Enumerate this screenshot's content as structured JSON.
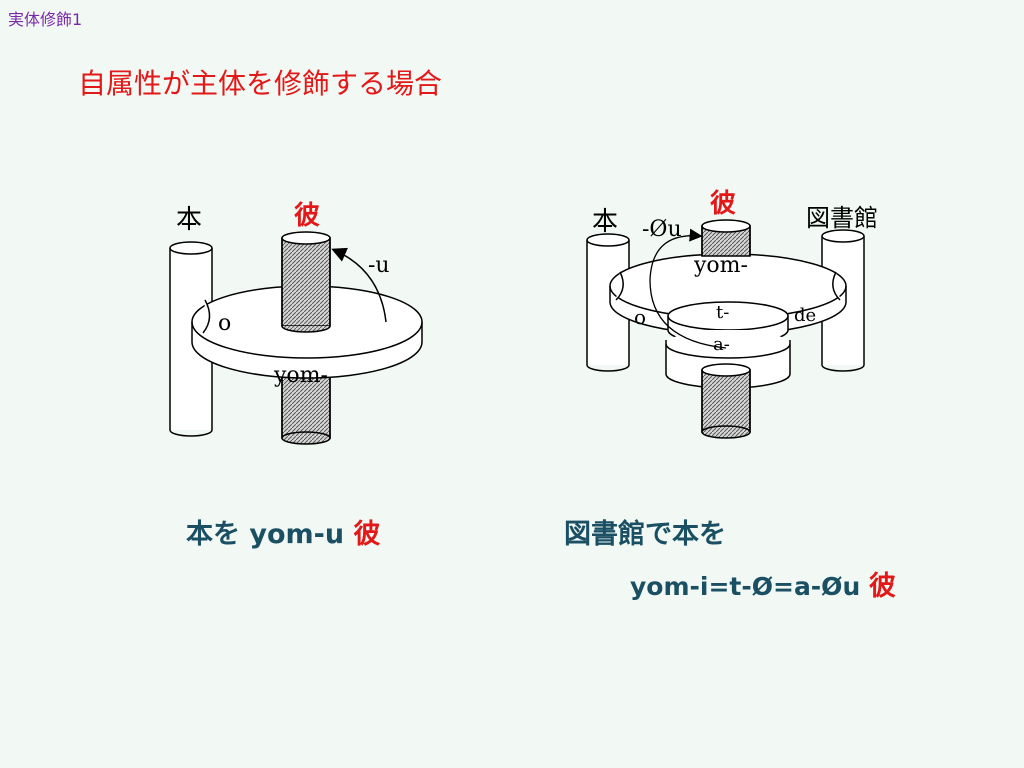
{
  "slide": {
    "corner_label": "実体修飾1",
    "title": "自属性が主体を修飾する場合"
  },
  "diagram_left": {
    "book_label": "本",
    "kare_label": "彼",
    "o_label": "o",
    "u_label": "-u",
    "yom_label": "yom-"
  },
  "diagram_right": {
    "book_label": "本",
    "kare_label": "彼",
    "library_label": "図書館",
    "ou_label": "-Øu",
    "yom_label": "yom-",
    "o_label": "o",
    "t_label": "t-",
    "de_label": "de",
    "a_label": "a-"
  },
  "captions": {
    "left_prefix": "本を yom-u ",
    "left_kare": "彼",
    "right_line1": "図書館で本を",
    "right_line2_prefix": "yom-i=t-Ø=a-Øu ",
    "right_kare": "彼"
  },
  "colors": {
    "title": "#e31818",
    "caption": "#1b4f63",
    "corner": "#7a2aa8",
    "hatch": "#6e6e6e"
  }
}
